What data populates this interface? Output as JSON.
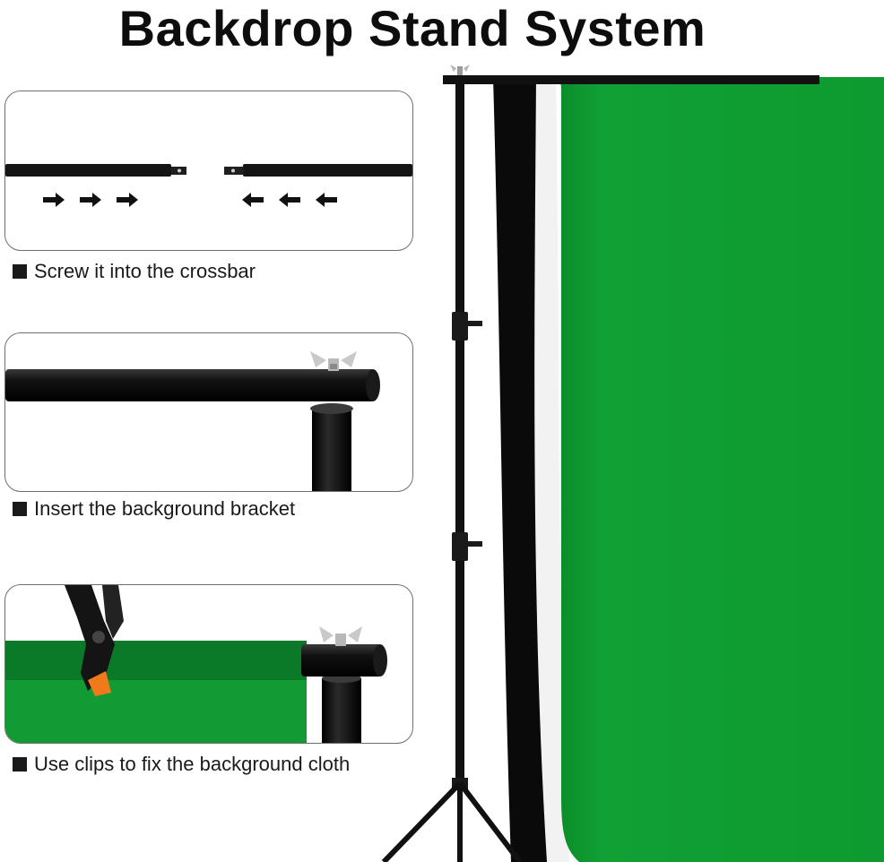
{
  "page": {
    "title": "Backdrop Stand System"
  },
  "steps": [
    {
      "caption": "Screw it into the crossbar"
    },
    {
      "caption": "Insert the background bracket"
    },
    {
      "caption": "Use clips to fix the background cloth"
    }
  ],
  "colors": {
    "green_backdrop": "#0f9a2e",
    "black_backdrop": "#0a0a0a",
    "metal": "#111111",
    "clip_orange": "#f07a1a"
  },
  "icons": [
    "arrow-right-icon",
    "arrow-left-icon",
    "square-bullet-icon",
    "wing-nut-icon",
    "spring-clip-icon"
  ]
}
